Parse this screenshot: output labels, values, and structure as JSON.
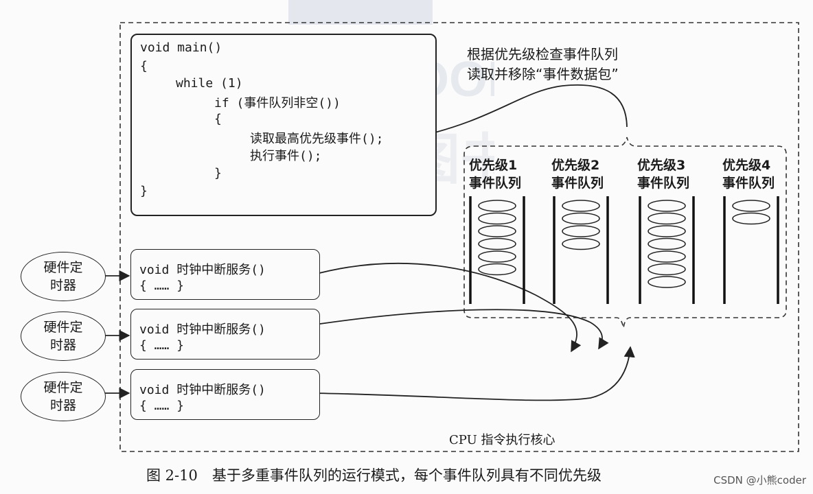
{
  "main_code": {
    "line1": "void main()",
    "line2": "{",
    "line3": "while (1)",
    "line4": "if (事件队列非空())",
    "line5": "{",
    "line6": "读取最高优先级事件();",
    "line7": "执行事件();",
    "line8": "}",
    "line9": "}"
  },
  "annotation": {
    "line1": "根据优先级检查事件队列",
    "line2": "读取并移除“事件数据包”"
  },
  "queues": [
    {
      "line1": "优先级1",
      "line2": "事件队列",
      "packets": 6
    },
    {
      "line1": "优先级2",
      "line2": "事件队列",
      "packets": 4
    },
    {
      "line1": "优先级3",
      "line2": "事件队列",
      "packets": 7
    },
    {
      "line1": "优先级4",
      "line2": "事件队列",
      "packets": 2
    }
  ],
  "isr": {
    "line1_kw": "void",
    "line1_name": "时钟中断服务()",
    "line2": "{ …… }"
  },
  "timer": {
    "line1": "硬件定",
    "line2": "时器"
  },
  "cpu_label": "CPU 指令执行核心",
  "caption": "图 2-10　基于多重事件队列的运行模式，每个事件队列具有不同优先级",
  "watermark": "CSDN @小熊coder",
  "bg_watermark": {
    "line1": "HZ BOOKS",
    "line2": "华章图书"
  }
}
